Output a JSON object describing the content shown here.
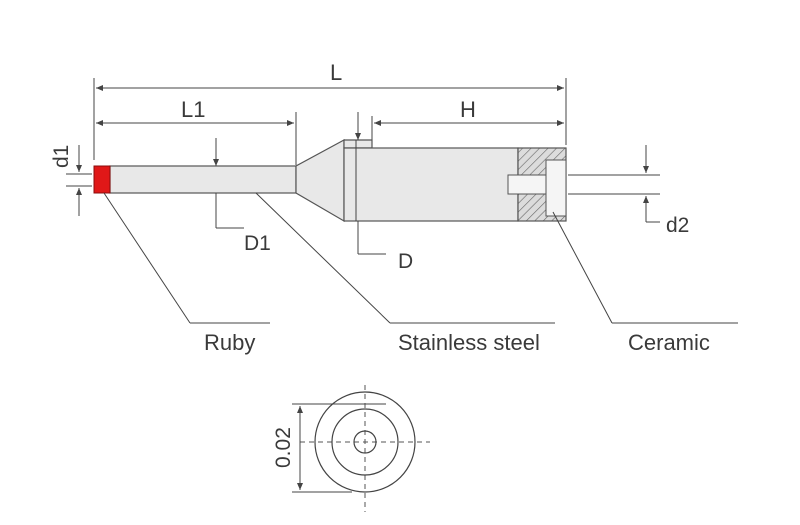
{
  "dimensions": {
    "overall_length": "L",
    "stylus_length": "L1",
    "shank_length": "H",
    "ball_dia": "d1",
    "stem_dia": "D1",
    "body_dia": "D",
    "bore_dia": "d2",
    "tolerance": "0.02"
  },
  "materials": {
    "tip": "Ruby",
    "shaft": "Stainless steel",
    "insert": "Ceramic"
  },
  "colors": {
    "ruby": "#e01818",
    "body": "#e8e8e8",
    "line": "#444444"
  }
}
